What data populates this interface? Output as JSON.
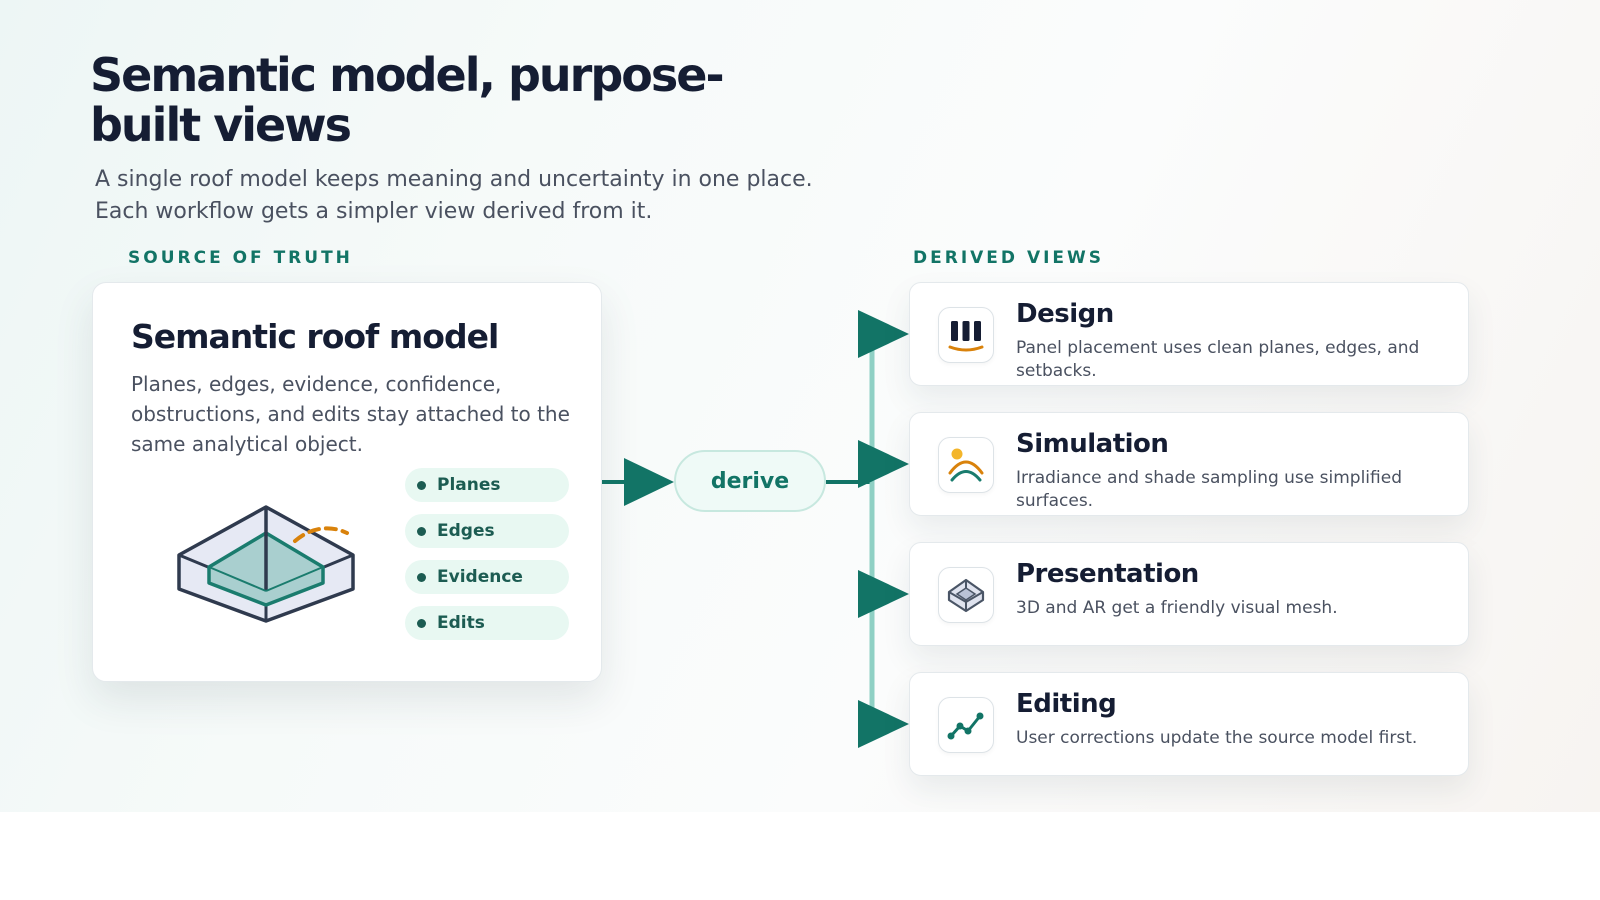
{
  "slide": {
    "title": "Semantic model, purpose-built views",
    "subtitle_line1": "A single roof model keeps meaning and uncertainty in one place.",
    "subtitle_line2": "Each workflow gets a simpler view derived from it."
  },
  "source": {
    "section_label": "SOURCE OF TRUTH",
    "card_title": "Semantic roof model",
    "card_description": "Planes, edges, evidence, confidence, obstructions, and edits stay attached to the same analytical object.",
    "chips": [
      "Planes",
      "Edges",
      "Evidence",
      "Edits"
    ]
  },
  "connector": {
    "label": "derive"
  },
  "derived": {
    "section_label": "DERIVED VIEWS",
    "views": [
      {
        "name": "Design",
        "description": "Panel placement uses clean planes, edges, and setbacks.",
        "icon": "panel-bars-icon"
      },
      {
        "name": "Simulation",
        "description": "Irradiance and shade sampling use simplified surfaces.",
        "icon": "sun-arc-icon"
      },
      {
        "name": "Presentation",
        "description": "3D and AR get a friendly visual mesh.",
        "icon": "mesh-cube-icon"
      },
      {
        "name": "Editing",
        "description": "User corrections update the source model first.",
        "icon": "edit-path-icon"
      }
    ]
  },
  "colors": {
    "accent_teal": "#127466",
    "dark_navy": "#151d33",
    "chip_bg": "#e8f8f2",
    "orange_accent": "#d9820b",
    "yellow_sun": "#f3b52a",
    "connector_light": "#8fd0c4"
  }
}
